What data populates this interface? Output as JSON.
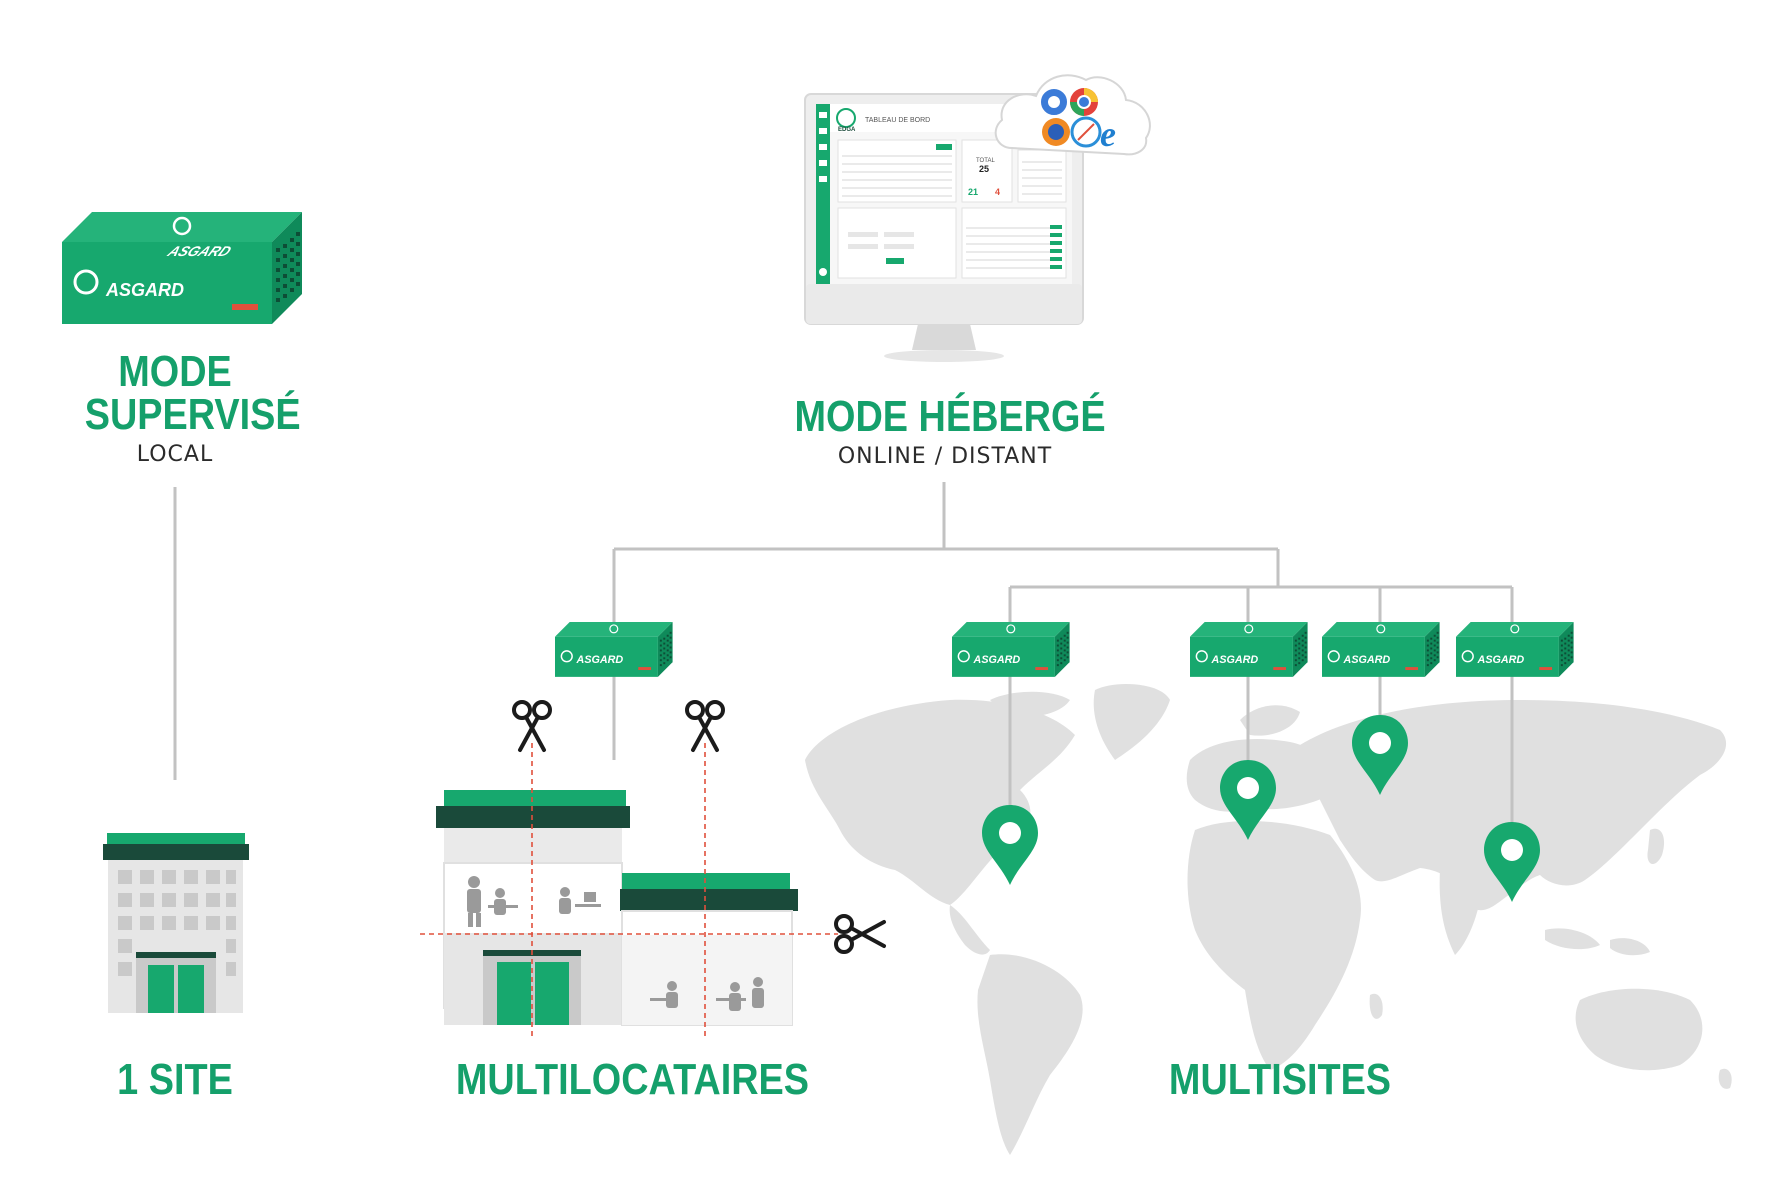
{
  "colors": {
    "green": "#17a86e",
    "dark_green": "#1a4a3a",
    "gray_line": "#c2c2c2",
    "map_gray": "#e0e0e0",
    "cut_red": "#e0503c"
  },
  "modes": {
    "supervised": {
      "title_line1": "MODE",
      "title_line2": "SUPERVISÉ",
      "subtitle": "LOCAL"
    },
    "hosted": {
      "title": "MODE HÉBERGÉ",
      "subtitle": "ONLINE / DISTANT"
    }
  },
  "sites": {
    "single": "1 SITE",
    "multitenant": "MULTILOCATAIRES",
    "multisite": "MULTISITES"
  },
  "device": {
    "brand": "ASGARD"
  },
  "dashboard": {
    "header": "TABLEAU DE BORD",
    "logo": "EDGA",
    "total_label": "TOTAL",
    "total_value": "25",
    "stat_ok": "21",
    "stat_alert": "4"
  },
  "icons": [
    "scissors-icon",
    "map-pin-icon",
    "cloud-icon",
    "browser-icon"
  ]
}
